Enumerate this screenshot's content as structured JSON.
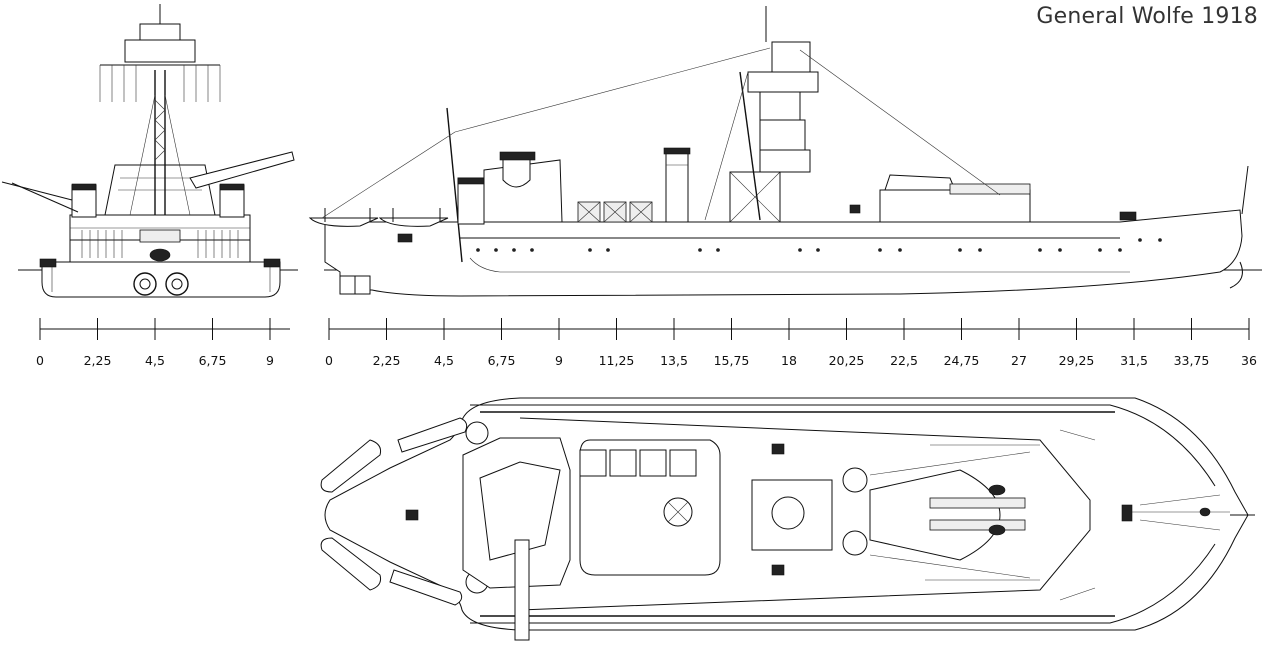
{
  "title": "General Wolfe 1918",
  "scales": {
    "front": {
      "labels": [
        "0",
        "2,25",
        "4,5",
        "6,75",
        "9"
      ]
    },
    "side": {
      "labels": [
        "0",
        "2,25",
        "4,5",
        "6,75",
        "9",
        "11,25",
        "13,5",
        "15,75",
        "18",
        "20,25",
        "22,5",
        "24,75",
        "27",
        "29,25",
        "31,5",
        "33,75",
        "36"
      ]
    }
  }
}
